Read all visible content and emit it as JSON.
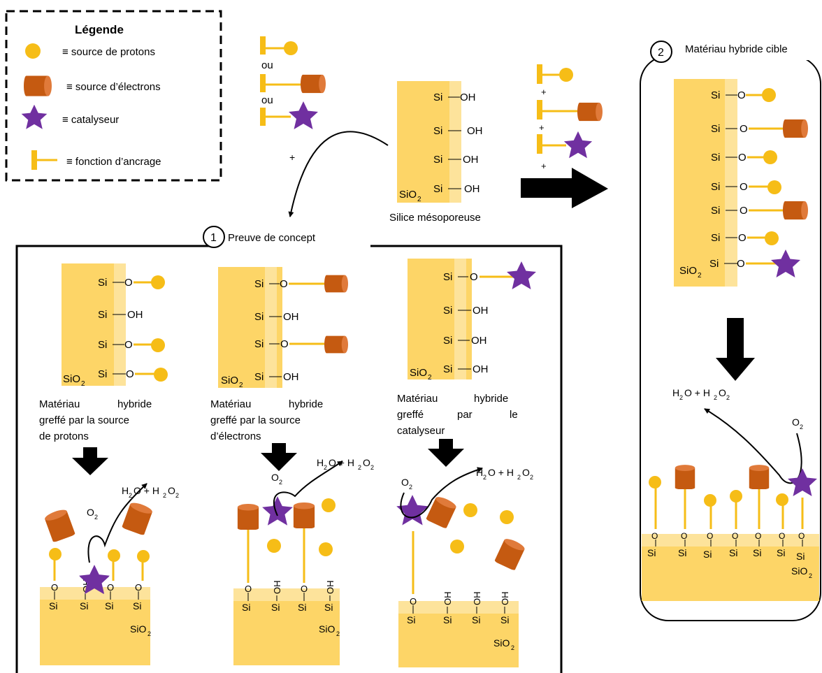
{
  "legend": {
    "title": "Légende",
    "proton": "≡ source de protons",
    "electron": "≡ source d’électrons",
    "catalyst": "≡ catalyseur",
    "anchor": "≡ fonction d’ancrage"
  },
  "choice_list": {
    "or1": "ou",
    "or2": "ou",
    "plus": "+"
  },
  "plus_list": {
    "p1": "+",
    "p2": "+",
    "p3": "+"
  },
  "silica": {
    "caption": "Silice mésoporeuse"
  },
  "section1": {
    "number": "1",
    "title": "Preuve de concept"
  },
  "section2": {
    "number": "2",
    "title": "Matériau hybride cible"
  },
  "captions": {
    "a1": "Matériau",
    "a2": "hybride",
    "a3": "greffé par la source",
    "a4": "de protons",
    "b1": "Matériau",
    "b2": "hybride",
    "b3": "greffé par la source",
    "b4": "d’électrons",
    "c1": "Matériau",
    "c2": "hybride",
    "c3": "greffé",
    "c4": "par",
    "c5": "le",
    "c6": "catalyseur"
  },
  "chem": {
    "si": "Si",
    "oh": "OH",
    "o": "O",
    "sio": "SiO",
    "sub2": "2",
    "o2_o": "O",
    "prod_h2o": "H",
    "prod_mid": "O + H",
    "prod_o": "O"
  },
  "colors": {
    "silica": "#fdd567",
    "silica_surface": "#fde39b",
    "proton": "#f6bd17",
    "electron": "#c55a11",
    "catalyst": "#7030a0"
  }
}
